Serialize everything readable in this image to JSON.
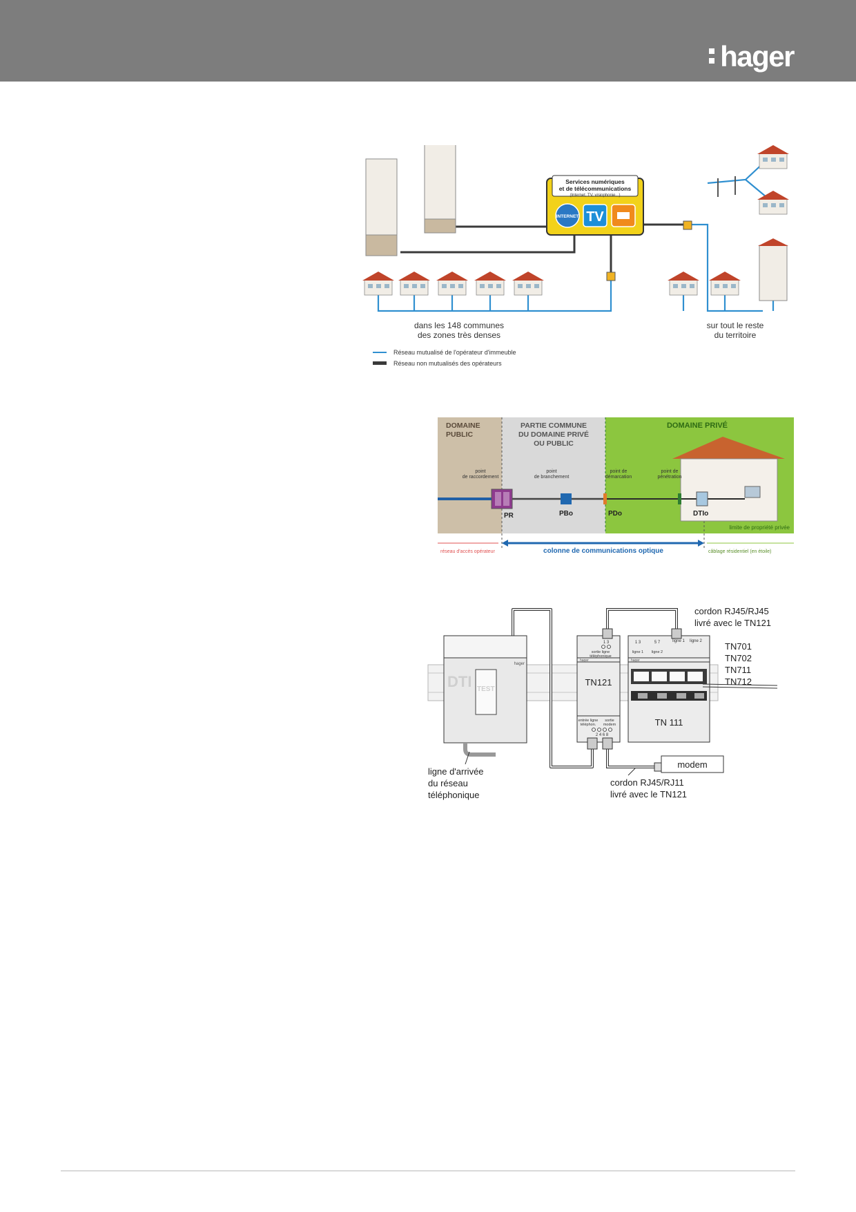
{
  "header": {
    "brand": "hager",
    "bg": "#7d7d7d"
  },
  "fig1": {
    "services_title_1": "Services numériques",
    "services_title_2": "et de télécommunications",
    "services_sub": "(Internet, TV, visiophonie...)",
    "tv_label": "TV",
    "internet_label": "INTERNET",
    "left_caption_1": "dans les 148 communes",
    "left_caption_2": "des zones très denses",
    "right_caption_1": "sur tout le reste",
    "right_caption_2": "du territoire",
    "legend_mutualise": "Réseau mutualisé de l'opérateur d'immeuble",
    "legend_non_mutualise": "Réseau non mutualisés des opérateurs",
    "colors": {
      "blue": "#2f8fd0",
      "dark": "#3a3a3a",
      "roof": "#c0442a"
    }
  },
  "fig2": {
    "zone_public_1": "DOMAINE",
    "zone_public_2": "PUBLIC",
    "zone_commune_1": "PARTIE COMMUNE",
    "zone_commune_2": "DU DOMAINE PRIVÉ",
    "zone_commune_3": "OU PUBLIC",
    "zone_prive": "DOMAINE PRIVÉ",
    "pt_raccordement_1": "point",
    "pt_raccordement_2": "de raccordement",
    "pt_branchement_1": "point",
    "pt_branchement_2": "de branchement",
    "pt_demarcation_1": "point de",
    "pt_demarcation_2": "démarcation",
    "pt_penetration_1": "point de",
    "pt_penetration_2": "pénétration",
    "pr": "PR",
    "pbo": "PBo",
    "pdo": "PDo",
    "dtio": "DTIo",
    "limite": "limite de propriété privée",
    "reseau_acces": "réseau d'accès opérateur",
    "colonne": "colonne de communications optique",
    "cablage": "câblage résidentiel (en étoile)",
    "colors": {
      "public": "#cdbfa8",
      "commune": "#d9d9d9",
      "prive": "#8cc63f",
      "line": "#1f5fa6"
    }
  },
  "fig3": {
    "dti": "DTI",
    "test": "TEST",
    "hager_small": "hager",
    "tn121": "TN121",
    "tn111": "TN 111",
    "sortie_ligne_1": "sortie ligne",
    "sortie_ligne_2": "téléphonique",
    "entree_1": "entrée ligne",
    "entree_2": "téléphon.",
    "sortie_modem_1": "sortie",
    "sortie_modem_2": "modem",
    "n13": "1  3",
    "n13b": "1  3",
    "n57": "5  7",
    "n2468": "2  4  6  8",
    "ligne1": "ligne 1",
    "ligne2": "ligne 2",
    "ligne1b": "ligne 1",
    "ligne2b": "ligne 2",
    "cordon_rj45_1": "cordon RJ45/RJ45",
    "cordon_rj45_2": "livré avec le TN121",
    "tn701": "TN701",
    "tn702": "TN702",
    "tn711": "TN711",
    "tn712": "TN712",
    "modem": "modem",
    "arrivee_1": "ligne d'arrivée",
    "arrivee_2": "du réseau",
    "arrivee_3": "téléphonique",
    "cordon_rj11_1": "cordon RJ45/RJ11",
    "cordon_rj11_2": "livré avec le TN121"
  }
}
